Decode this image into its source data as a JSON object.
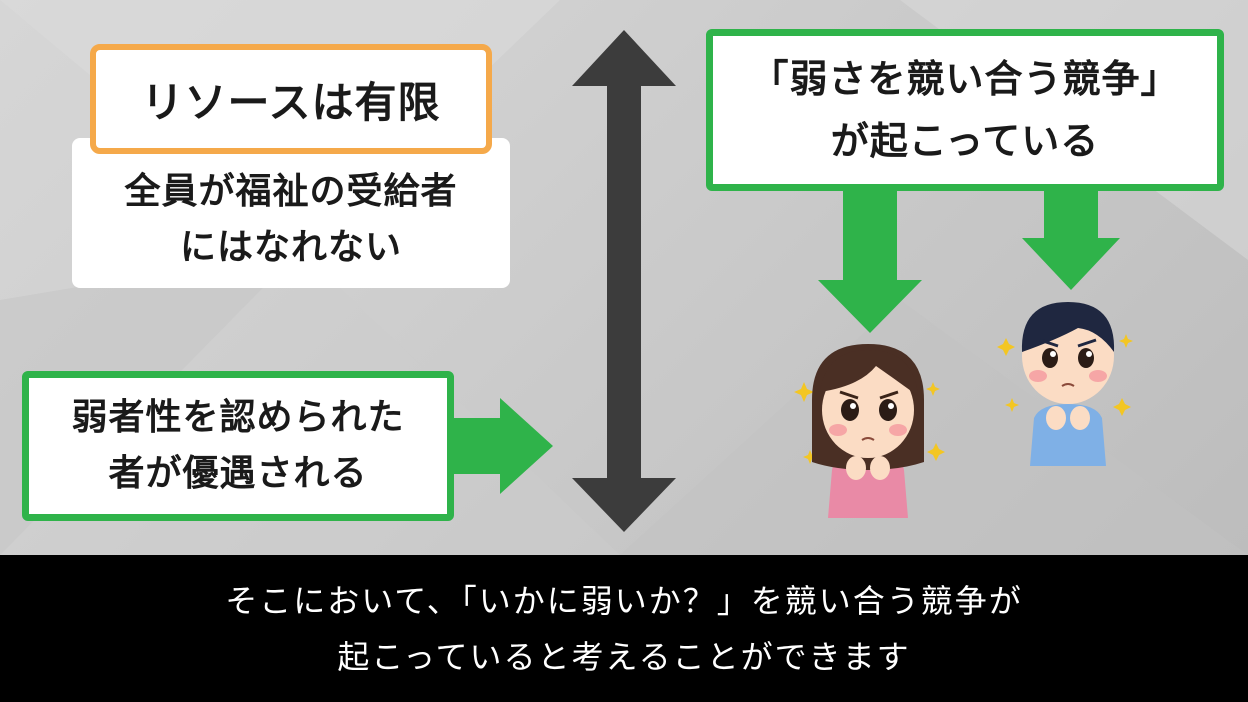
{
  "slide": {
    "resource_title": "リソースは有限",
    "welfare_line1": "全員が福祉の受給者",
    "welfare_line2": "にはなれない",
    "weak_line1": "弱者性を認められた",
    "weak_line2": "者が優遇される",
    "compete_line1": "「弱さを競い合う競争」",
    "compete_line2": "が起こっている"
  },
  "subtitle": {
    "line1": "そこにおいて、「いかに弱いか？」を競い合う競争が",
    "line2": "起こっていると考えることができます"
  },
  "colors": {
    "orange_border": "#f5a94a",
    "green": "#2fb34a",
    "dark_arrow": "#3c3c3c",
    "caption_bg": "#000000"
  },
  "icons": [
    "double-vertical-arrow-icon",
    "right-arrow-icon",
    "down-arrow-icon",
    "worried-girl-illustration",
    "worried-boy-illustration"
  ]
}
